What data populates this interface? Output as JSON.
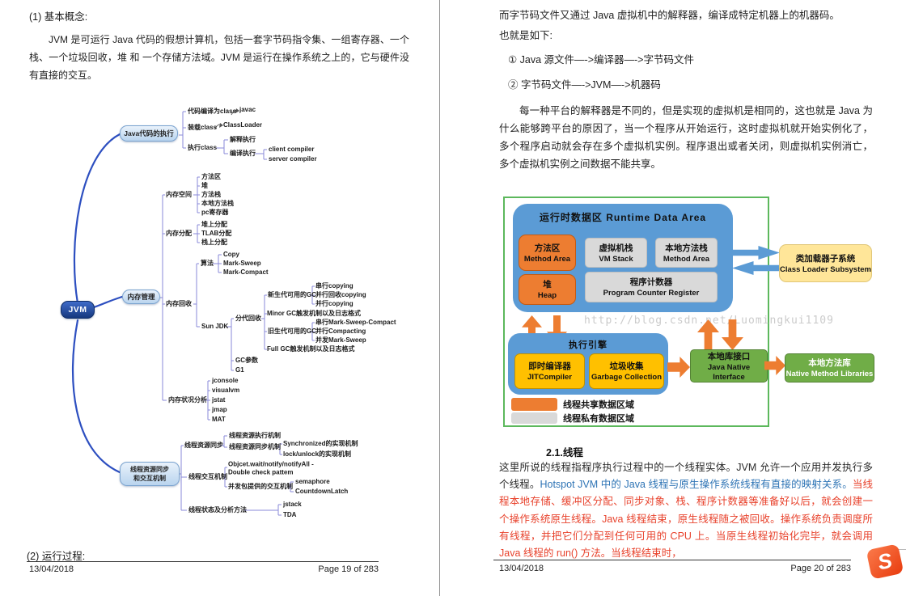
{
  "page_left": {
    "heading_concepts": "(1) 基本概念:",
    "intro_paragraph": "JVM 是可运行 Java 代码的假想计算机，包括一套字节码指令集、一组寄存器、一个栈、一个垃圾回收，堆 和 一个存储方法域。JVM 是运行在操作系统之上的，它与硬件没有直接的交互。",
    "heading_process": "(2) 运行过程:",
    "footer": {
      "date": "13/04/2018",
      "page_label": "Page 19 of 283"
    },
    "mindmap": {
      "root_label": "JVM",
      "branches": {
        "java_exec": "Java代码的执行",
        "memory": "内存管理",
        "thread": "线程资源同步\n和交互机制"
      },
      "labels": [
        "代码编译为class",
        "javac",
        "装载class",
        "ClassLoader",
        "执行class",
        "解释执行",
        "编译执行",
        "client compiler",
        "server compiler",
        "内存空间",
        "方法区",
        "堆",
        "方法栈",
        "本地方法栈",
        "pc寄存器",
        "内存分配",
        "堆上分配",
        "TLAB分配",
        "栈上分配",
        "算法",
        "Copy",
        "Mark-Sweep",
        "Mark-Compact",
        "内存回收",
        "Sun JDK",
        "分代回收",
        "新生代可用的GC",
        "串行copying",
        "并行回收copying",
        "并行copying",
        "Minor GC触发机制以及日志格式",
        "旧生代可用的GC",
        "串行Mark-Sweep-Compact",
        "并行Compacting",
        "并发Mark-Sweep",
        "Full GC触发机制以及日志格式",
        "GC参数",
        "G1",
        "内存状况分析",
        "jconsole",
        "visualvm",
        "jstat",
        "jmap",
        "MAT",
        "线程资源同步",
        "线程资源执行机制",
        "线程资源同步机制",
        "Synchronized的实现机制",
        "lock/unlock的实现机制",
        "线程交互机制",
        "Objcet.wait/notify/notifyAll -\nDouble check pattem",
        "并发包提供的交互机制",
        "semaphore",
        "CountdownLatch",
        "线程状态及分析方法",
        "jstack",
        "TDA"
      ]
    }
  },
  "page_right": {
    "para_bytecode": "而字节码文件又通过 Java 虚拟机中的解释器，编译成特定机器上的机器码。",
    "para_follows": "也就是如下:",
    "step_1": "① Java 源文件—->编译器—->字节码文件",
    "step_2": "② 字节码文件—->JVM—->机器码",
    "para_platform": "每一种平台的解释器是不同的，但是实现的虚拟机是相同的，这也就是 Java 为什么能够跨平台的原因了，当一个程序从开始运行，这时虚拟机就开始实例化了，多个程序启动就会存在多个虚拟机实例。程序退出或者关闭，则虚拟机实例消亡，多个虚拟机实例之间数据不能共享。",
    "diagram": {
      "runtime_title": "运行时数据区  Runtime Data Area",
      "method_area": {
        "zh": "方法区",
        "en": "Method Area"
      },
      "vm_stack": {
        "zh": "虚拟机栈",
        "en": "VM Stack"
      },
      "native_stack": {
        "zh": "本地方法栈",
        "en": "Method Area"
      },
      "heap": {
        "zh": "堆",
        "en": "Heap"
      },
      "pc_register": {
        "zh": "程序计数器",
        "en": "Program Counter Register"
      },
      "class_loader": {
        "zh": "类加载器子系统",
        "en": "Class Loader Subsystem"
      },
      "exec_engine_title": "执行引擎",
      "jit": {
        "zh": "即时编译器",
        "en": "JITCompiler"
      },
      "gc": {
        "zh": "垃圾收集",
        "en": "Garbage Collection"
      },
      "jni": {
        "zh": "本地库接口",
        "en": "Java Native Interface"
      },
      "native_libs": {
        "zh": "本地方法库",
        "en": "Native Method Libraries"
      },
      "legend_shared": "线程共享数据区域",
      "legend_private": "线程私有数据区域",
      "watermark": "http://blog.csdn.net/Luomingkui1109",
      "colors": {
        "orange": "#ed7d31",
        "blue": "#5b9bd5",
        "gray": "#d9d9d9",
        "yellow": "#ffc000",
        "green_box": "#70ad47",
        "green_border": "#5cb85c",
        "cream": "#ffe699"
      }
    },
    "section_heading": "2.1.线程",
    "thread_paragraph_segments": [
      {
        "text": "这里所说的线程指程序执行过程中的一个线程实体。JVM 允许一个应用并发执行多个线程。",
        "color": "#2b2b2b"
      },
      {
        "text": "Hotspot JVM 中的 Java 线程与原生操作系统线程有直接的映射关系。",
        "color": "#2e74b5"
      },
      {
        "text": "当线程本地存储、缓冲区分配、同步对象、栈、程序计数器等准备好以后，就会创建一个操作系统原生线程。Java 线程结束，原生线程随之被回收。操作系统负责调度所有线程，并把它们分配到任何可用的 CPU 上。当原生线程初始化完毕，就会调用 Java 线程的 run() 方法。当线程结束时，",
        "color": "#e8422c"
      }
    ],
    "footer": {
      "date": "13/04/2018",
      "page_label": "Page 20 of 283"
    },
    "logo_letter": "S"
  }
}
